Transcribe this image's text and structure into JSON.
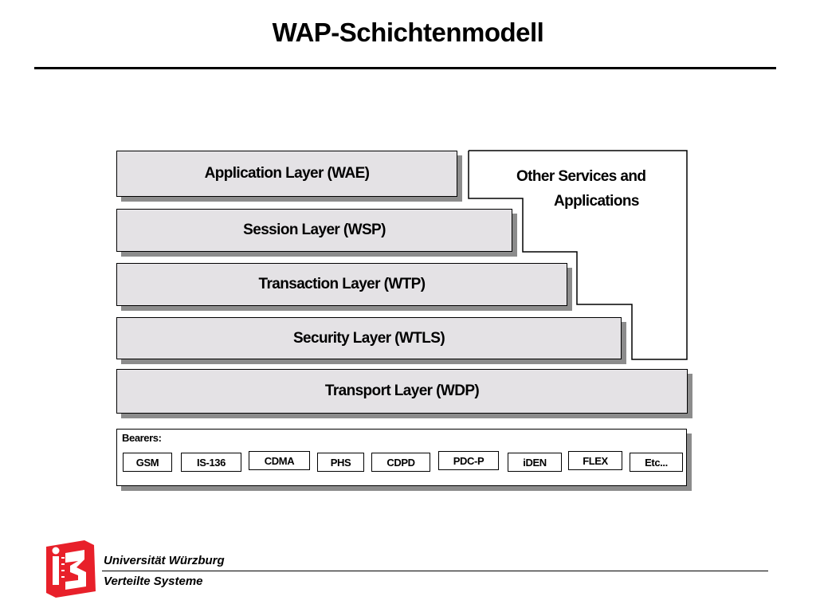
{
  "title": "WAP-Schichtenmodell",
  "layers": {
    "application": "Application Layer (WAE)",
    "session": "Session Layer (WSP)",
    "transaction": "Transaction Layer (WTP)",
    "security": "Security Layer (WTLS)",
    "transport": "Transport Layer (WDP)"
  },
  "other_services": {
    "line1": "Other Services and",
    "line2": "Applications"
  },
  "bearers": {
    "label": "Bearers:",
    "items": [
      "GSM",
      "IS-136",
      "CDMA",
      "PHS",
      "CDPD",
      "PDC-P",
      "iDEN",
      "FLEX",
      "Etc..."
    ]
  },
  "footer": {
    "logo_text": "i3",
    "university": "Universität  Würzburg",
    "department": "Verteilte Systeme"
  },
  "colors": {
    "layer_fill": "#e4e2e5",
    "shadow": "#8c8c8c",
    "logo_red": "#e8202a"
  }
}
